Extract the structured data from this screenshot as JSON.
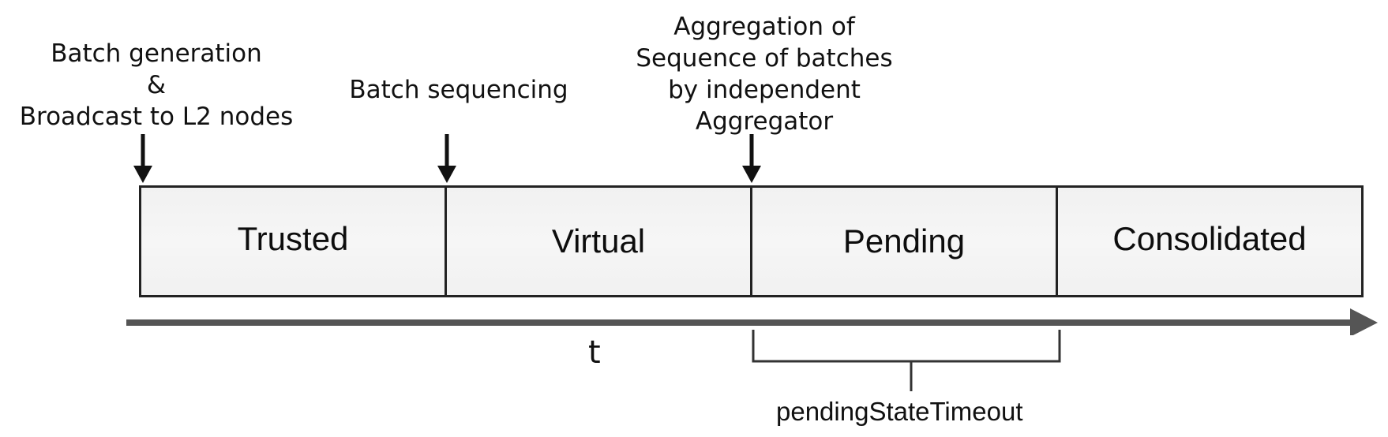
{
  "events": [
    {
      "id": "batch-generation",
      "lines": [
        "Batch generation",
        "&",
        "Broadcast to L2 nodes"
      ]
    },
    {
      "id": "batch-sequencing",
      "lines": [
        "Batch sequencing"
      ]
    },
    {
      "id": "aggregation",
      "lines": [
        "Aggregation of",
        "Sequence of batches",
        "by independent",
        "Aggregator"
      ]
    }
  ],
  "states": [
    "Trusted",
    "Virtual",
    "Pending",
    "Consolidated"
  ],
  "axis": {
    "label": "t"
  },
  "bracket": {
    "label": "pendingStateTimeout"
  },
  "colors": {
    "box_fill": "#f3f3f3",
    "box_border": "#222222",
    "timeline": "#555555",
    "arrows": "#111111"
  }
}
